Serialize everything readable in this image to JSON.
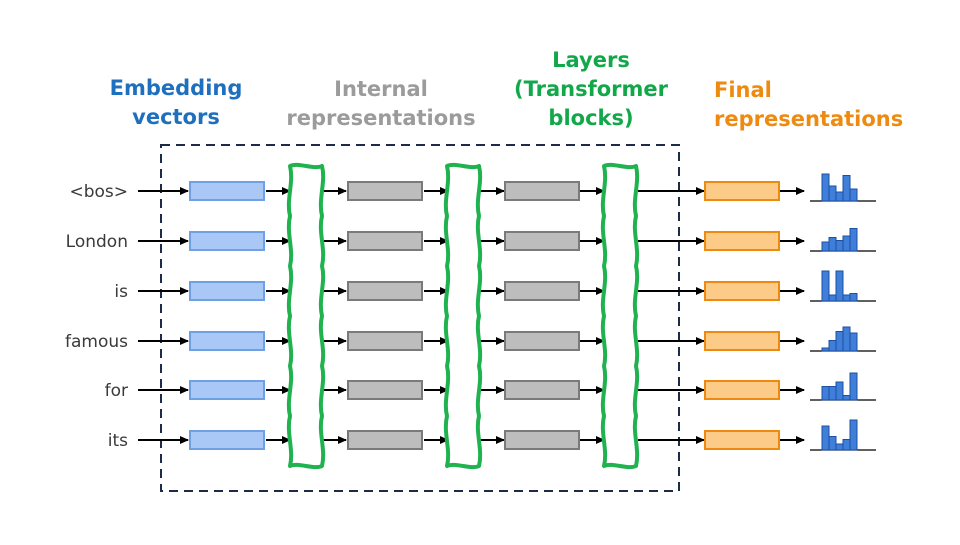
{
  "headers": {
    "embedding": "Embedding\nvectors",
    "internal": "Internal\nrepresentations",
    "layers": "Layers\n(Transformer\nblocks)",
    "final": "Final\nrepresentations"
  },
  "tokens": [
    "<bos>",
    "London",
    "is",
    "famous",
    "for",
    "its"
  ],
  "distributions": [
    [
      0.9,
      0.5,
      0.3,
      0.85,
      0.4
    ],
    [
      0.3,
      0.45,
      0.35,
      0.5,
      0.75
    ],
    [
      1.0,
      0.2,
      1.0,
      0.2,
      0.25
    ],
    [
      0.1,
      0.35,
      0.65,
      0.8,
      0.6
    ],
    [
      0.45,
      0.45,
      0.6,
      0.15,
      0.9
    ],
    [
      0.8,
      0.45,
      0.2,
      0.35,
      1.0
    ]
  ],
  "colors": {
    "embedding_text": "#1f6fbf",
    "internal_text": "#9b9b9b",
    "layers_text": "#12a84a",
    "final_text": "#ef8a10",
    "embedding_fill": "#a9c8f5",
    "embedding_stroke": "#6fa0e6",
    "internal_fill": "#bdbdbd",
    "internal_stroke": "#7a7a7a",
    "final_fill": "#fdcb88",
    "final_stroke": "#ef8a10",
    "layer_stroke": "#1fb24f",
    "bar_fill": "#3f7fd9",
    "bar_stroke": "#1d4fa3",
    "dashed_box": "#1d2b4a",
    "token_text": "#3a3a3a"
  }
}
